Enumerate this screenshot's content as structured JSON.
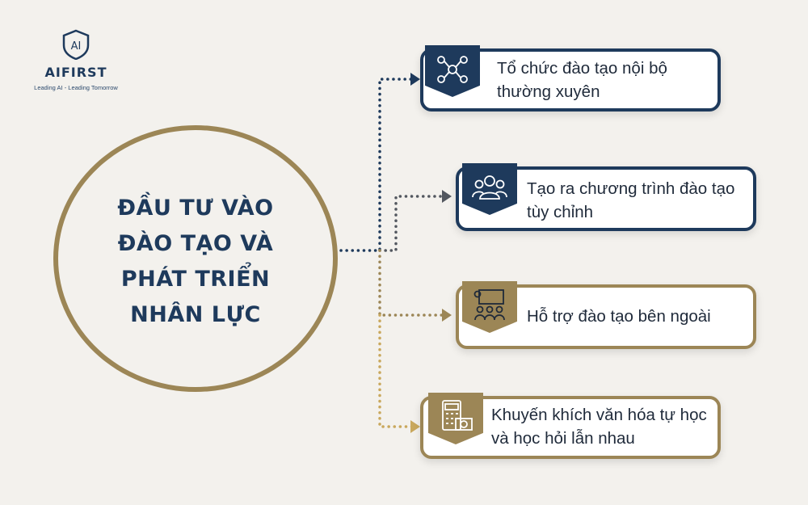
{
  "logo": {
    "mark": "AI",
    "name": "AIFIRST",
    "tagline": "Leading AI - Leading Tomorrow"
  },
  "center": {
    "title": "ĐẦU TƯ VÀO ĐÀO TẠO VÀ PHÁT TRIỂN NHÂN LỰC"
  },
  "items": [
    {
      "text": "Tổ chức đào tạo nội bộ thường xuyên",
      "icon": "network-people-icon",
      "color": "#1e3a5c"
    },
    {
      "text": "Tạo ra chương trình đào tạo tùy chỉnh",
      "icon": "team-group-icon",
      "color": "#1e3a5c"
    },
    {
      "text": "Hỗ trợ đào tạo bên ngoài",
      "icon": "presentation-class-icon",
      "color": "#9c8656"
    },
    {
      "text": "Khuyến khích văn hóa tự học và học hỏi lẫn nhau",
      "icon": "calculator-money-icon",
      "color": "#9c8656"
    }
  ],
  "colors": {
    "navy": "#1e3a5c",
    "gold": "#9c8656",
    "background": "#f3f1ed"
  }
}
